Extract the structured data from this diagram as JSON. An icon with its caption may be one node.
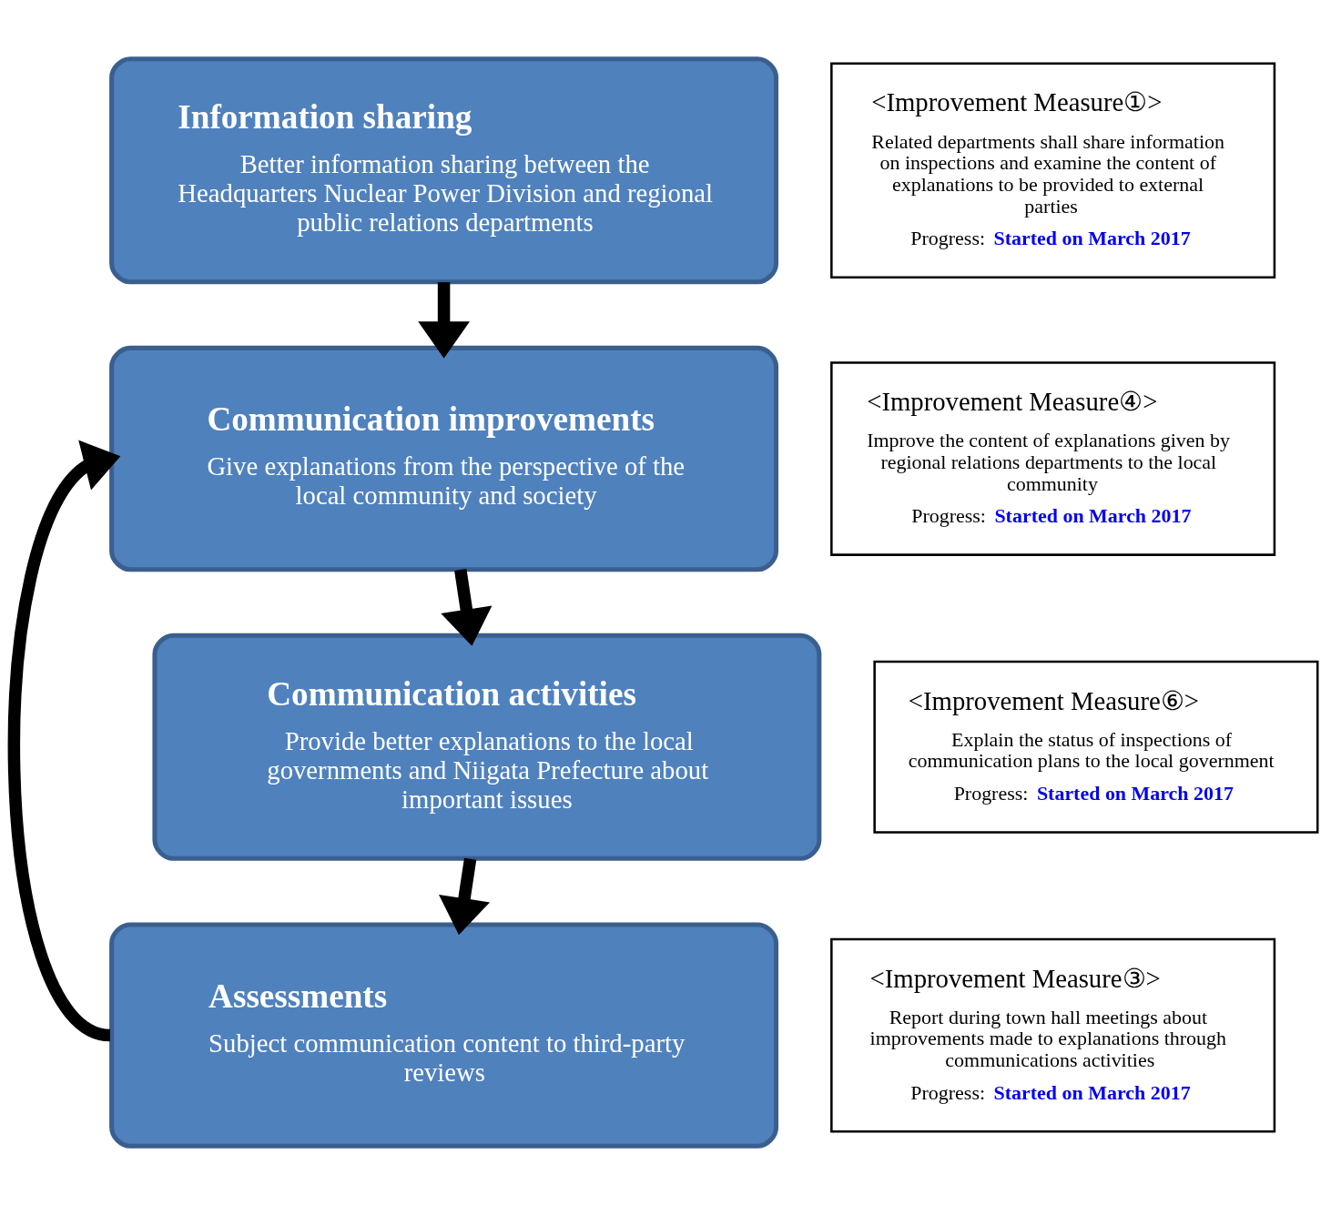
{
  "diagram": {
    "nodes": [
      {
        "text": [
          "Information sharing",
          "Better information sharing between the Headquarters Nuclear Power Division and regional public relations departments"
        ]
      },
      {
        "text": [
          "Communication improvements",
          "Give explanations from the perspective of the local community and society"
        ]
      },
      {
        "text": [
          "Communication activities",
          "Provide better explanations to the local governments and Niigata Prefecture about important issues"
        ]
      },
      {
        "text": [
          "Assessments",
          "Subject communication content to third-party reviews"
        ]
      },
      {
        "text": [
          "<Improvement Measure①>",
          "Related departments shall share information on inspections and examine the content of explanations to be provided to external parties",
          "Progress:",
          "Started on March 2017"
        ]
      },
      {
        "text": [
          "<Improvement Measure④>",
          "Improve the content of explanations given by regional relations departments to the local community",
          "Progress:",
          "Started on March 2017"
        ]
      },
      {
        "text": [
          "<Improvement Measure⑥>",
          "Explain the status of inspections of communication plans to the local government",
          "Progress:",
          "Started on March 2017"
        ]
      },
      {
        "text": [
          "<Improvement Measure③>",
          "Report during town hall meetings about improvements made to explanations through communications activities",
          "Progress:",
          "Started on March 2017"
        ]
      }
    ],
    "edges": [
      {
        "from": 0,
        "to": 1,
        "arrow": "to"
      },
      {
        "from": 1,
        "to": 2,
        "arrow": "to"
      },
      {
        "from": 2,
        "to": 3,
        "arrow": "to"
      },
      {
        "from": 3,
        "to": 1,
        "arrow": "to"
      }
    ]
  }
}
